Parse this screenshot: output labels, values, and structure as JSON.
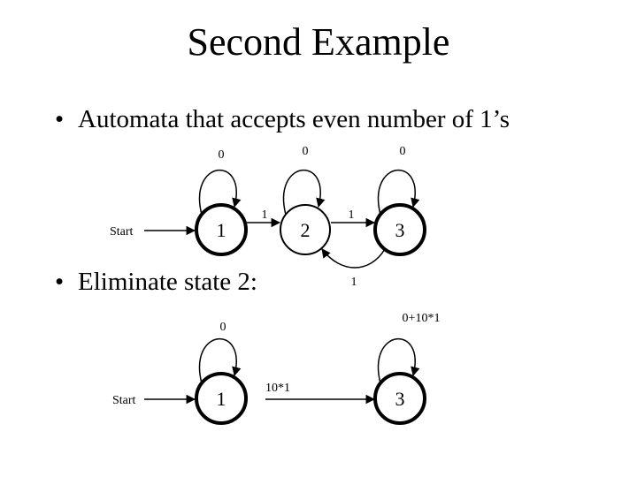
{
  "slide": {
    "title": "Second Example",
    "bullets": [
      "Automata that accepts even number of 1’s",
      "Eliminate state 2:"
    ]
  },
  "diagram_top": {
    "start_label": "Start",
    "states": [
      "1",
      "2",
      "3"
    ],
    "labels": {
      "loop_1": "0",
      "loop_2": "0",
      "loop_3": "0",
      "edge_1_2": "1",
      "edge_2_3": "1",
      "edge_3_2": "1"
    }
  },
  "diagram_bottom": {
    "start_label": "Start",
    "states": [
      "1",
      "3"
    ],
    "labels": {
      "loop_1": "0",
      "loop_3": "0+10*1",
      "edge_1_3": "10*1"
    }
  }
}
